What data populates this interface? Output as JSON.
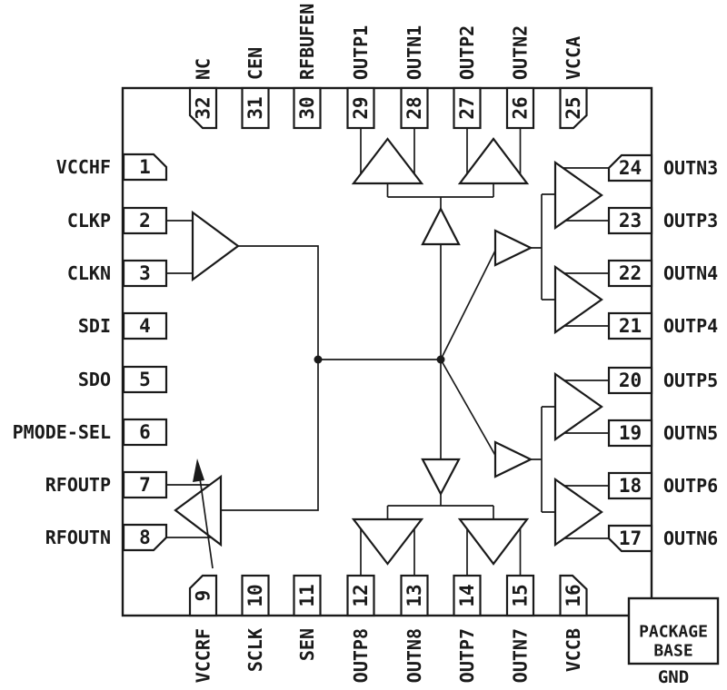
{
  "diagram": {
    "type": "ic-pinout-functional-diagram",
    "pin_count": 32,
    "package_note": {
      "line1": "PACKAGE",
      "line2": "BASE",
      "gnd": "GND"
    }
  },
  "pins": [
    {
      "num": "1",
      "label": "VCCHF"
    },
    {
      "num": "2",
      "label": "CLKP"
    },
    {
      "num": "3",
      "label": "CLKN"
    },
    {
      "num": "4",
      "label": "SDI"
    },
    {
      "num": "5",
      "label": "SDO"
    },
    {
      "num": "6",
      "label": "PMODE-SEL"
    },
    {
      "num": "7",
      "label": "RFOUTP"
    },
    {
      "num": "8",
      "label": "RFOUTN"
    },
    {
      "num": "9",
      "label": "VCCRF"
    },
    {
      "num": "10",
      "label": "SCLK"
    },
    {
      "num": "11",
      "label": "SEN"
    },
    {
      "num": "12",
      "label": "OUTP8"
    },
    {
      "num": "13",
      "label": "OUTN8"
    },
    {
      "num": "14",
      "label": "OUTP7"
    },
    {
      "num": "15",
      "label": "OUTN7"
    },
    {
      "num": "16",
      "label": "VCCB"
    },
    {
      "num": "17",
      "label": "OUTN6"
    },
    {
      "num": "18",
      "label": "OUTP6"
    },
    {
      "num": "19",
      "label": "OUTN5"
    },
    {
      "num": "20",
      "label": "OUTP5"
    },
    {
      "num": "21",
      "label": "OUTP4"
    },
    {
      "num": "22",
      "label": "OUTN4"
    },
    {
      "num": "23",
      "label": "OUTP3"
    },
    {
      "num": "24",
      "label": "OUTN3"
    },
    {
      "num": "25",
      "label": "VCCA"
    },
    {
      "num": "26",
      "label": "OUTN2"
    },
    {
      "num": "27",
      "label": "OUTP2"
    },
    {
      "num": "28",
      "label": "OUTN1"
    },
    {
      "num": "29",
      "label": "OUTP1"
    },
    {
      "num": "30",
      "label": "RFBUFEN"
    },
    {
      "num": "31",
      "label": "CEN"
    },
    {
      "num": "32",
      "label": "NC"
    }
  ],
  "colors": {
    "line": "#1a1a1a",
    "background": "#ffffff"
  }
}
